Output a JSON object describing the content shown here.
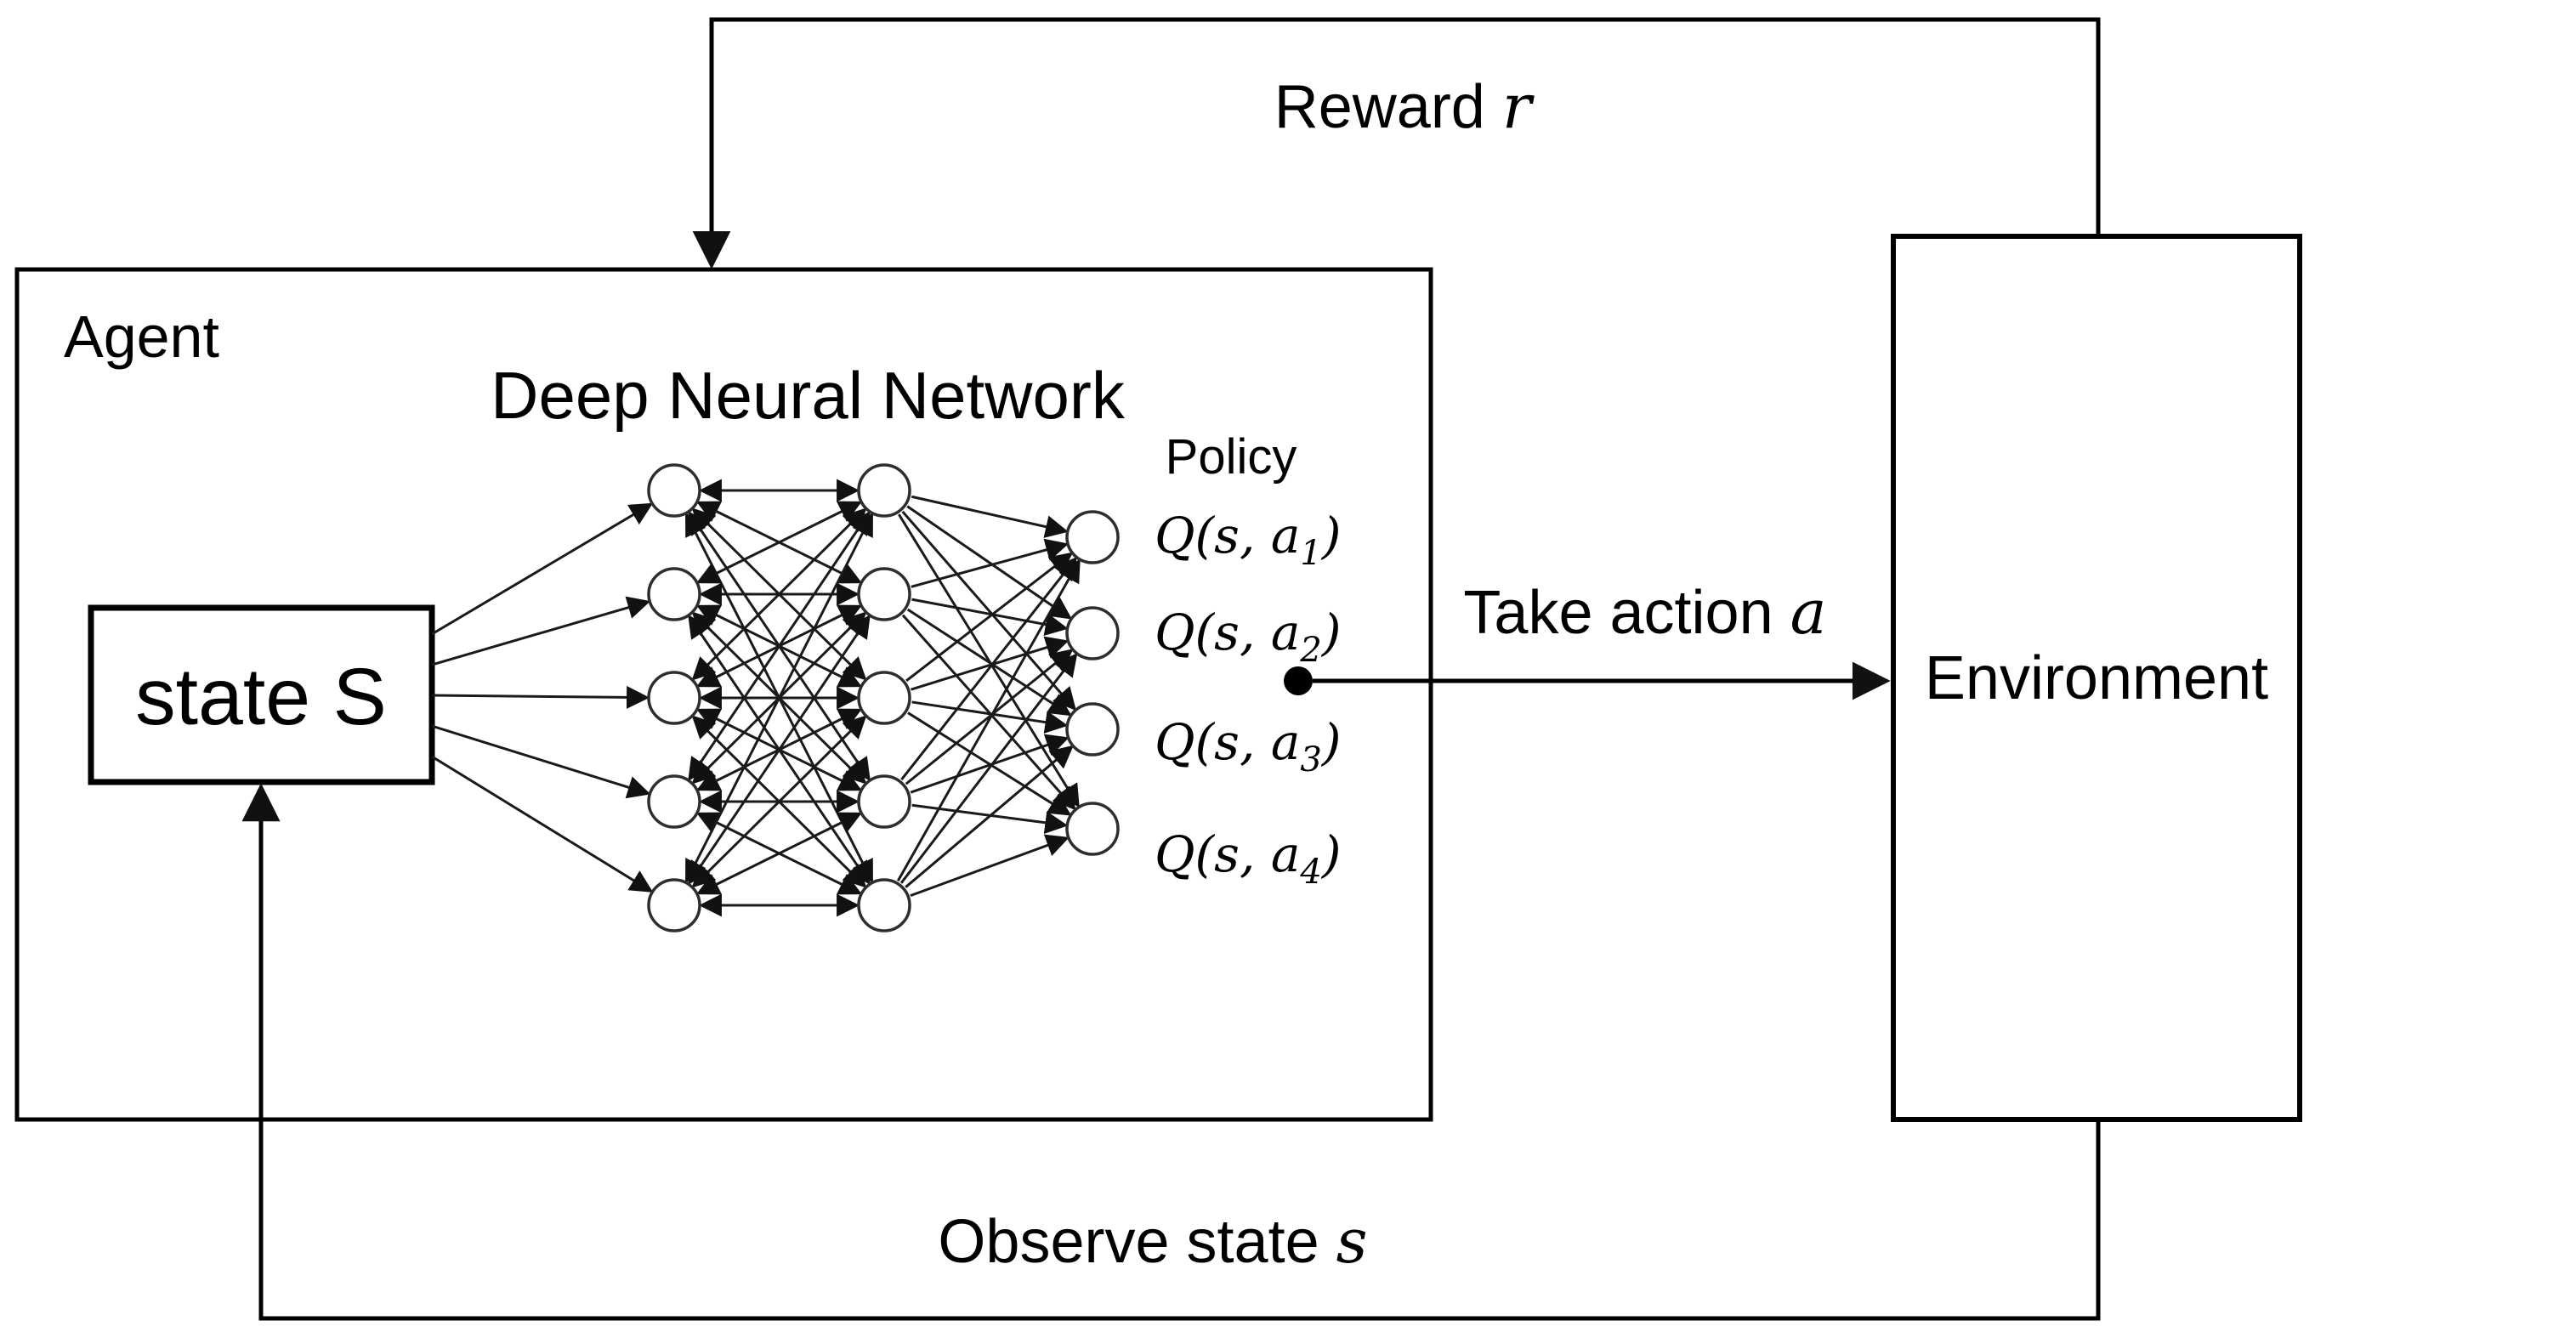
{
  "agent": {
    "label": "Agent"
  },
  "dnn": {
    "title": "Deep Neural Network"
  },
  "state_box": {
    "label": "state S"
  },
  "policy": {
    "label": "Policy",
    "q_values": [
      {
        "base": "Q(s, a",
        "subscript": "1",
        "close": ")"
      },
      {
        "base": "Q(s, a",
        "subscript": "2",
        "close": ")"
      },
      {
        "base": "Q(s, a",
        "subscript": "3",
        "close": ")"
      },
      {
        "base": "Q(s, a",
        "subscript": "4",
        "close": ")"
      }
    ]
  },
  "environment": {
    "label": "Environment"
  },
  "arrows": {
    "reward": {
      "prefix": "Reward ",
      "variable": "r"
    },
    "take_action": {
      "prefix": "Take action ",
      "variable": "a"
    },
    "observe": {
      "prefix": "Observe state ",
      "variable": "s"
    }
  },
  "network": {
    "input_links": 5,
    "hidden_layer_1_nodes": 5,
    "hidden_layer_2_nodes": 5,
    "output_nodes": 4
  },
  "colors": {
    "ink": "#000000",
    "mesh_line": "#1a1a1a",
    "node_stroke": "#2e2e2e",
    "node_fill": "#ffffff",
    "background": "#ffffff"
  }
}
